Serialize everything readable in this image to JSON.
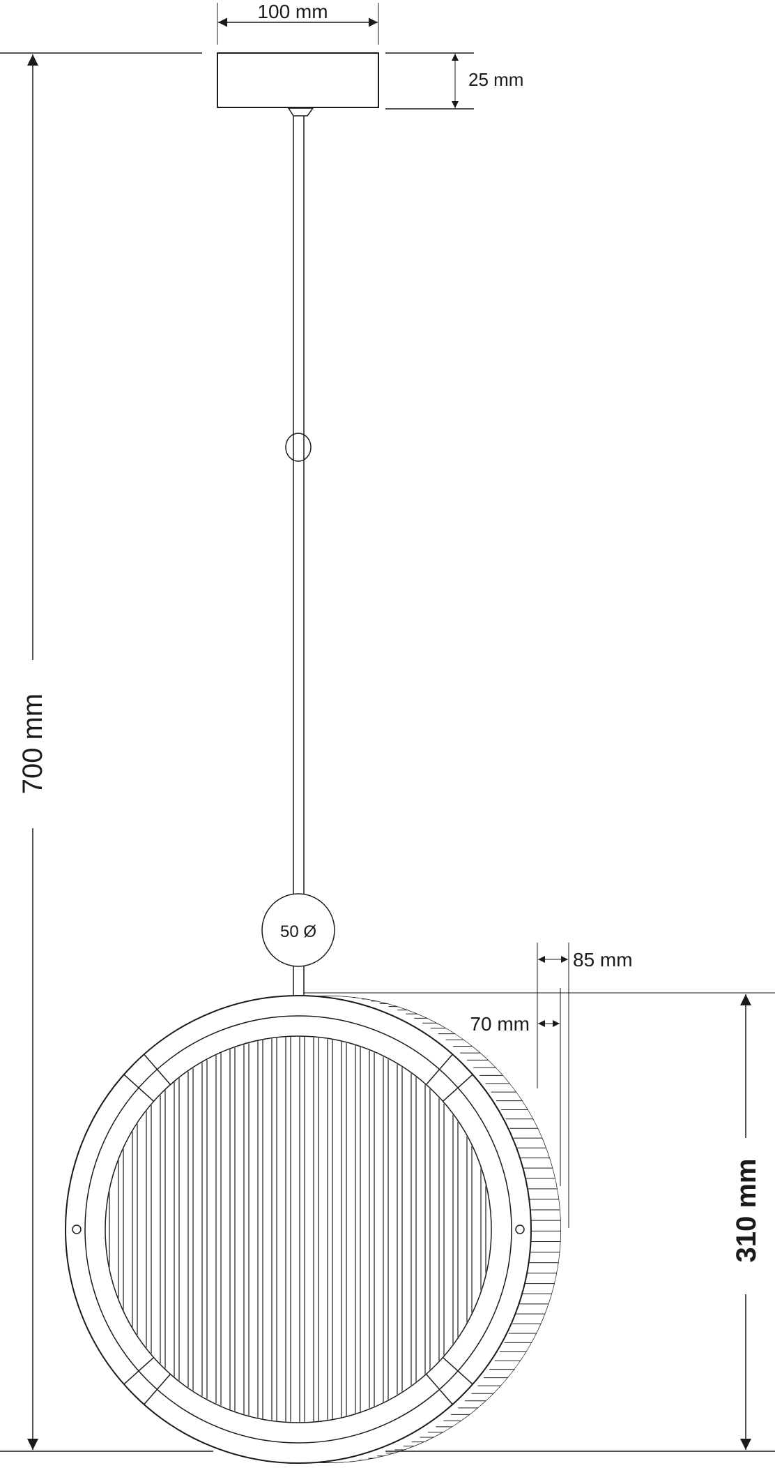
{
  "dimensions": {
    "canopy_width": "100 mm",
    "canopy_height": "25 mm",
    "total_height": "700 mm",
    "ball_diameter": "50 Ø",
    "depth_outer": "85 mm",
    "depth_inner": "70 mm",
    "shade_height": "310 mm"
  },
  "colors": {
    "line": "#1a1a1a",
    "background": "#ffffff"
  }
}
